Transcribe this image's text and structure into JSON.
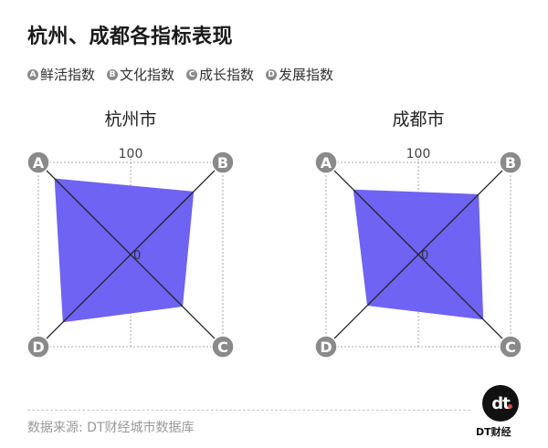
{
  "title": "杭州、成都各指标表现",
  "legend": [
    {
      "badge": "A",
      "label": "鲜活指数"
    },
    {
      "badge": "B",
      "label": "文化指数"
    },
    {
      "badge": "C",
      "label": "成长指数"
    },
    {
      "badge": "D",
      "label": "发展指数"
    }
  ],
  "colors": {
    "fill": "#6e63f2",
    "badge": "#8a8a8a",
    "axis": "#222222",
    "grid": "#aaaaaa"
  },
  "chart_data": [
    {
      "type": "radar",
      "title": "杭州市",
      "axes": [
        "A",
        "B",
        "C",
        "D"
      ],
      "max_label": "100",
      "center_label": "0",
      "range": [
        0,
        100
      ],
      "values": {
        "A": 82,
        "B": 68,
        "C": 56,
        "D": 73
      }
    },
    {
      "type": "radar",
      "title": "成都市",
      "axes": [
        "A",
        "B",
        "C",
        "D"
      ],
      "max_label": "100",
      "center_label": "0",
      "range": [
        0,
        100
      ],
      "values": {
        "A": 70,
        "B": 65,
        "C": 70,
        "D": 55
      }
    }
  ],
  "footer": {
    "source": "数据来源: DT财经城市数据库",
    "logo_text": "dt",
    "brand": "DT财经"
  }
}
